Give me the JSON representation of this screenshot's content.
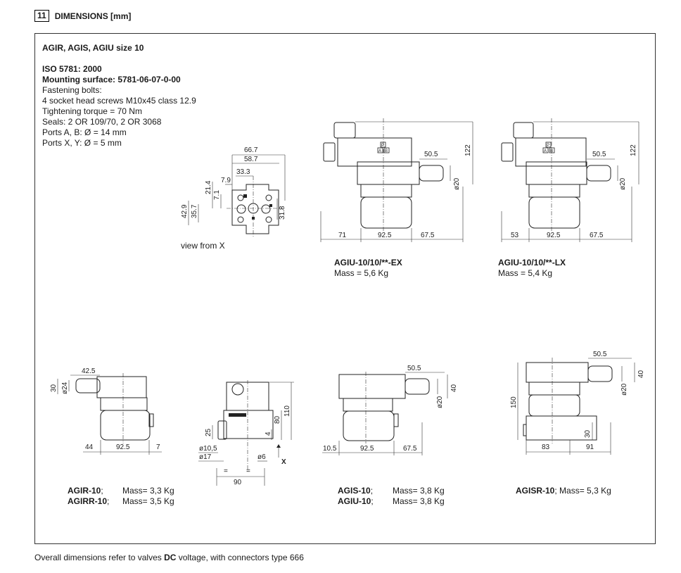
{
  "section": {
    "number": "11",
    "title": "DIMENSIONS [mm]"
  },
  "heading": "AGIR, AGIS, AGIU size 10",
  "specs": {
    "iso": "ISO 5781: 2000",
    "mounting": "Mounting surface: 5781-06-07-0-00",
    "bolts_label": "Fastening bolts:",
    "bolts": "4 socket head screws M10x45 class 12.9",
    "torque": "Tightening torque = 70 Nm",
    "seals": "Seals: 2 OR 109/70,  2 OR 3068",
    "ports_ab": "Ports A, B: Ø = 14 mm",
    "ports_xy": "Ports X, Y: Ø = 5 mm"
  },
  "mounting_view": {
    "caption": "view from X",
    "dims": [
      "66.7",
      "58.7",
      "33.3",
      "7.9",
      "21.4",
      "7.1",
      "42.9",
      "35.7",
      "31.8"
    ]
  },
  "agiu_ex": {
    "name": "AGIU-10/10/**-EX",
    "mass": "Mass = 5,6 Kg",
    "dims": {
      "width_left": "71",
      "width_mid": "92.5",
      "width_right": "67.5",
      "stroke": "50.5",
      "height": "122",
      "dia": "ø20"
    },
    "ports": [
      "A",
      "P",
      "B"
    ]
  },
  "agiu_lx": {
    "name": "AGIU-10/10/**-LX",
    "mass": "Mass = 5,4 Kg",
    "dims": {
      "width_left": "53",
      "width_mid": "92.5",
      "width_right": "67.5",
      "stroke": "50.5",
      "height": "122",
      "dia": "ø20"
    },
    "ports": [
      "A",
      "P",
      "B"
    ]
  },
  "agir": {
    "dims": {
      "top": "42.5",
      "h": "30",
      "dia": "ø24",
      "left": "44",
      "mid": "92.5",
      "right": "7"
    },
    "lines": [
      {
        "name": "AGIR-10",
        "sep": ";",
        "mass": "Mass= 3,3 Kg"
      },
      {
        "name": "AGIRR-10",
        "sep": ";",
        "mass": "Mass= 3,5 Kg"
      }
    ]
  },
  "side_view": {
    "dims": {
      "h110": "110",
      "h80": "80",
      "h25": "25",
      "h4": "4",
      "d105": "ø10,5",
      "d17": "ø17",
      "d6": "ø6",
      "eq1": "=",
      "eq2": "=",
      "w90": "90",
      "x": "X"
    }
  },
  "agis": {
    "dims": {
      "stroke": "50.5",
      "h": "40",
      "dia": "ø20",
      "left": "10.5",
      "mid": "92.5",
      "right": "67.5"
    },
    "lines": [
      {
        "name": "AGIS-10",
        "sep": ";",
        "mass": "Mass= 3,8 Kg"
      },
      {
        "name": "AGIU-10",
        "sep": ";",
        "mass": "Mass= 3,8 Kg"
      }
    ]
  },
  "agisr": {
    "dims": {
      "stroke": "50.5",
      "h": "40",
      "dia": "ø20",
      "height": "150",
      "h30": "30",
      "left": "83",
      "right": "91"
    },
    "line": {
      "name": "AGISR-10",
      "sep": ";",
      "mass": "Mass= 5,3 Kg"
    }
  },
  "footer": {
    "before": "Overall dimensions refer to valves ",
    "bold": "DC",
    "after": " voltage, with connectors type 666"
  }
}
